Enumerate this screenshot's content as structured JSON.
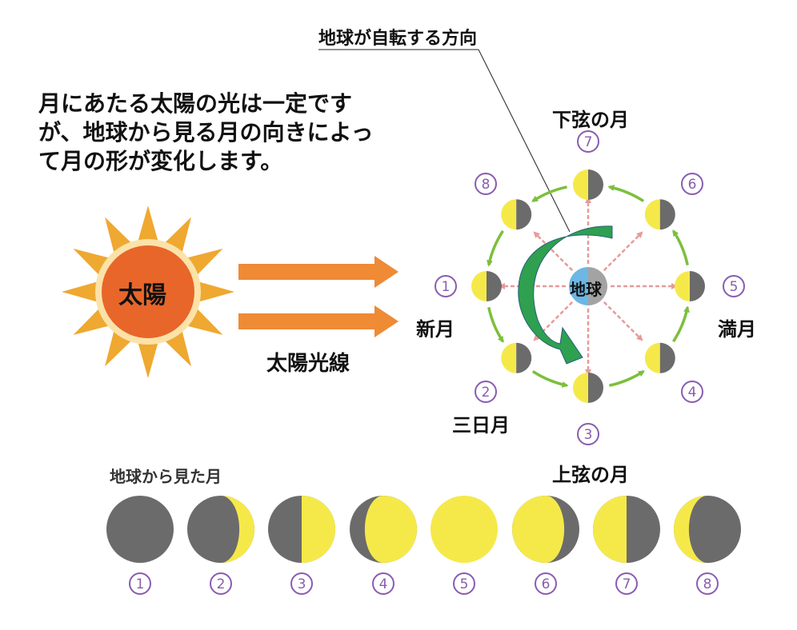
{
  "rotation_label": "地球が自転する方向",
  "description_lines": [
    "月にあたる太陽の光は一定です",
    "が、地球から見る月の向きによっ",
    "て月の形が変化します。"
  ],
  "sun_label": "太陽",
  "sunlight_label": "太陽光線",
  "earth_label": "地球",
  "phase_labels": {
    "last_quarter": "下弦の月",
    "new_moon": "新月",
    "full_moon": "満月",
    "crescent": "三日月",
    "first_quarter": "上弦の月"
  },
  "seen_from_earth_label": "地球から見た月",
  "numbers": [
    "①",
    "②",
    "③",
    "④",
    "⑤",
    "⑥",
    "⑦",
    "⑧"
  ],
  "phases": [
    "new",
    "waxing-crescent",
    "first-quarter",
    "waxing-gibbous",
    "full",
    "waning-gibbous",
    "last-quarter",
    "waning-crescent"
  ],
  "colors": {
    "lit": "#f5e94a",
    "dark": "#6b6b6b",
    "sun_core": "#e8662a",
    "sun_rays": "#efa830",
    "beam": "#ef8a35",
    "orbit": "#7cbf3c",
    "rotation": "#2ea04f",
    "earth_day": "#6cb7e4",
    "earth_night": "#a3a3a3",
    "ray_dash": "#e89a9a",
    "number": "#8a5cb0"
  }
}
